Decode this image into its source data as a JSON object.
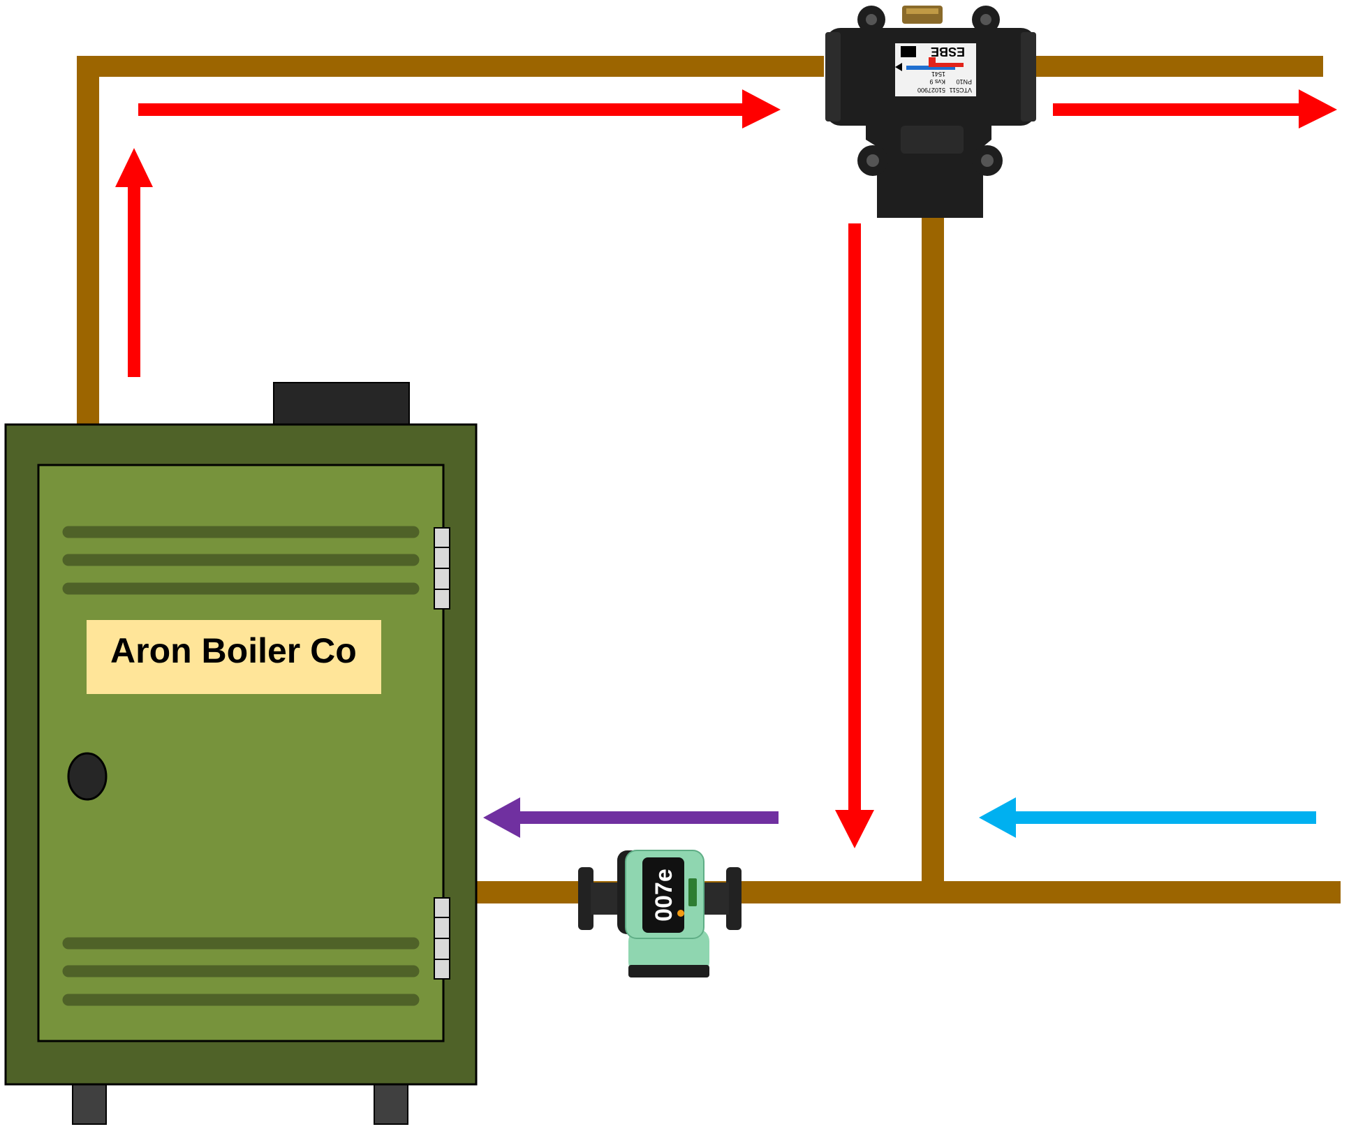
{
  "boiler": {
    "label": "Aron Boiler Co"
  },
  "mixing_valve": {
    "brand": "ESBE",
    "model": "VTC511",
    "part_number": "51027900",
    "pressure": "PN10",
    "kvs": "Kvs 9",
    "code": "1541"
  },
  "pump": {
    "label": "007e"
  },
  "colors": {
    "pipe": "#9C6500",
    "hot_flow": "#FF0000",
    "return_flow": "#7030A0",
    "cold_flow": "#00B0F0",
    "boiler_body": "#4F6228",
    "boiler_door": "#77933C",
    "label_bg": "#FFE599",
    "valve_body": "#1E1E1E",
    "pump_body": "#8FD6B0"
  }
}
